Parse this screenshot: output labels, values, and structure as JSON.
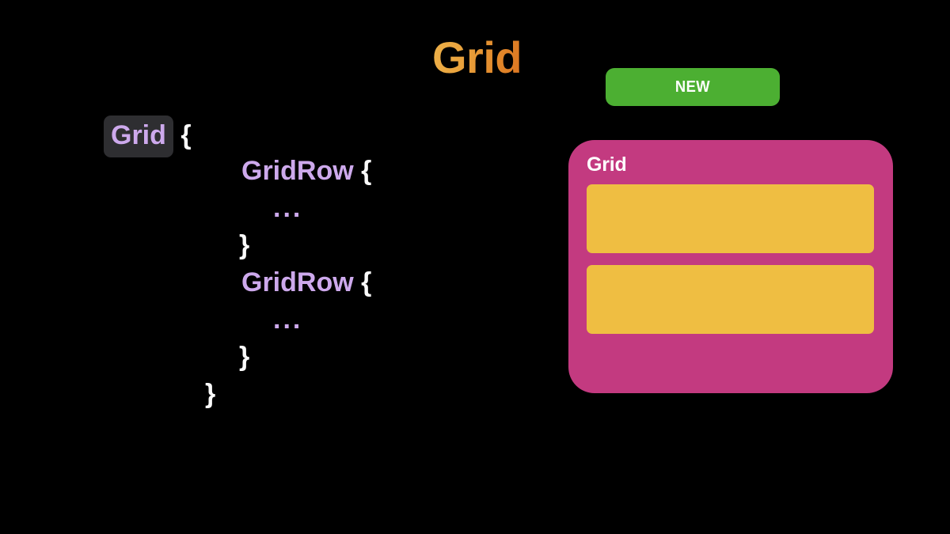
{
  "header": {
    "title": "Grid",
    "title_gradient_from": "#EDB14A",
    "title_gradient_to": "#DB7522",
    "badge_label": "NEW",
    "badge_color": "#4CAF32"
  },
  "code": {
    "background": "#000000",
    "identifier_color": "#CDA9EC",
    "brace_color": "#FAFAFA",
    "chip_background": "#2E2E31",
    "lines": [
      {
        "indent": 0,
        "identifier": "Grid",
        "brace": "{",
        "highlighted": true
      },
      {
        "indent": 1,
        "identifier": "GridRow",
        "brace": "{",
        "highlighted": false
      },
      {
        "indent": 2,
        "identifier": "...",
        "brace": "",
        "highlighted": false
      },
      {
        "indent": 1,
        "identifier": "",
        "brace": "}",
        "highlighted": false
      },
      {
        "indent": 1,
        "identifier": "GridRow",
        "brace": "{",
        "highlighted": false
      },
      {
        "indent": 2,
        "identifier": "...",
        "brace": "",
        "highlighted": false
      },
      {
        "indent": 1,
        "identifier": "",
        "brace": "}",
        "highlighted": false
      },
      {
        "indent": 0,
        "identifier": "",
        "brace": "}",
        "highlighted": false
      }
    ],
    "tokens": {
      "grid_open_name": "Grid",
      "grid_open_brace": "{",
      "row1_name": "GridRow",
      "row1_brace": "{",
      "row1_dots": "...",
      "row1_close": "}",
      "row2_name": "GridRow",
      "row2_brace": "{",
      "row2_dots": "...",
      "row2_close": "}",
      "grid_close": "}"
    }
  },
  "diagram": {
    "container_label": "Grid",
    "container_color": "#C33A80",
    "row_color": "#EFBE42",
    "rows": [
      {
        "label": ""
      },
      {
        "label": ""
      }
    ],
    "row_count": 2
  }
}
